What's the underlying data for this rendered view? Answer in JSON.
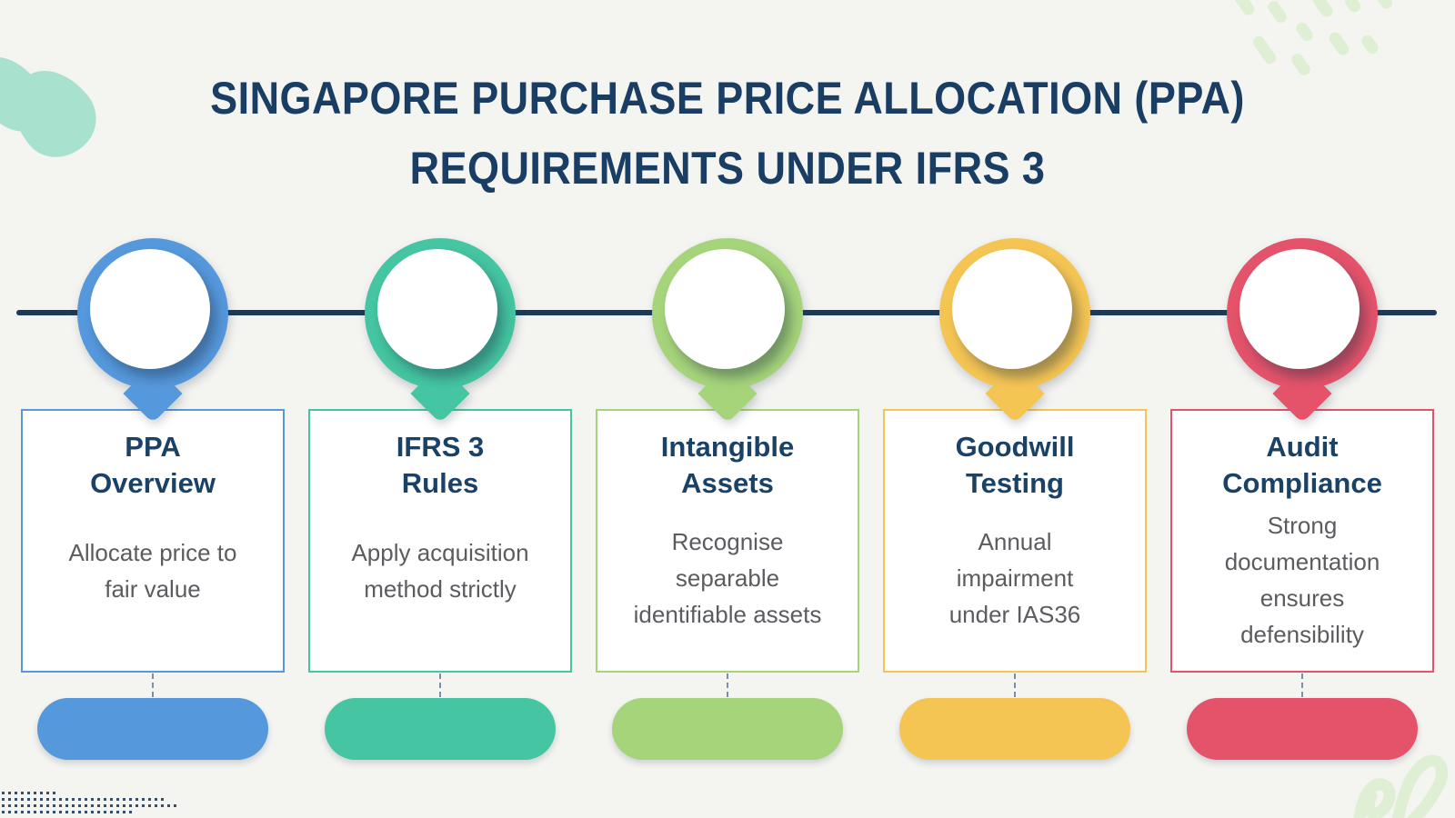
{
  "title": {
    "lines": [
      "SINGAPORE PURCHASE PRICE ALLOCATION (PPA)",
      "REQUIREMENTS UNDER IFRS 3"
    ],
    "color": "#1A3E63"
  },
  "timeline": {
    "line_color": "#1B3A5C"
  },
  "steps": [
    {
      "title_lines": [
        "PPA",
        "Overview"
      ],
      "desc_lines": [
        "Allocate price to",
        "fair value"
      ],
      "color": "#5598DC"
    },
    {
      "title_lines": [
        "IFRS 3",
        "Rules"
      ],
      "desc_lines": [
        "Apply acquisition",
        "method strictly"
      ],
      "color": "#45C5A1"
    },
    {
      "title_lines": [
        "Intangible",
        "Assets"
      ],
      "desc_lines": [
        "Recognise",
        "separable",
        "identifiable assets"
      ],
      "color": "#A6D47A"
    },
    {
      "title_lines": [
        "Goodwill",
        "Testing"
      ],
      "desc_lines": [
        "Annual",
        "impairment",
        "under IAS36"
      ],
      "color": "#F5C553"
    },
    {
      "title_lines": [
        "Audit",
        "Compliance"
      ],
      "desc_lines": [
        "Strong",
        "documentation",
        "ensures",
        "defensibility"
      ],
      "color": "#E4536A"
    }
  ],
  "style": {
    "background": "#F4F4F1",
    "card_title_color": "#1A4166",
    "card_text_color": "#5A5C5F",
    "connector_color": "#7B8FA6",
    "decor_mint": "#A9E1CF",
    "decor_sage": "#DFEFD4",
    "decor_dots": "#33516E"
  }
}
